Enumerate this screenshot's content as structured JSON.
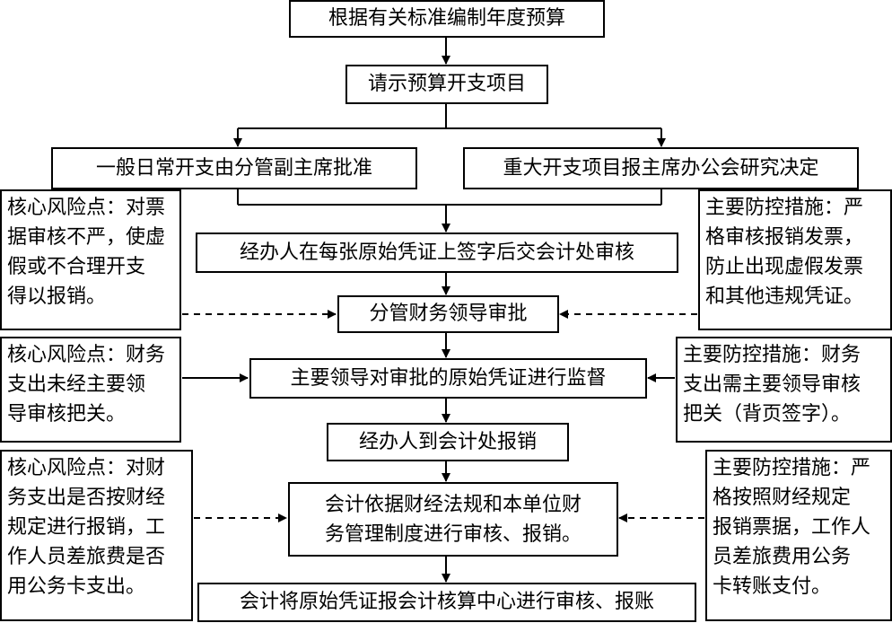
{
  "flow": {
    "step1": "根据有关标准编制年度预算",
    "step2": "请示预算开支项目",
    "branch_left": "一般日常开支由分管副主席批准",
    "branch_right": "重大开支项目报主席办公会研究决定",
    "step3": "经办人在每张原始凭证上签字后交会计处审核",
    "step4": "分管财务领导审批",
    "step5": "主要领导对审批的原始凭证进行监督",
    "step6": "经办人到会计处报销",
    "step7": "会计依据财经法规和本单位财\n务管理制度进行审核、报销。",
    "step8": "会计将原始凭证报会计核算中心进行审核、报账"
  },
  "risks": {
    "risk1": "核心风险点：对票\n据审核不严，使虚\n假或不合理开支\n得以报销。",
    "risk2": "核心风险点：财务\n支出未经主要领\n导审核把关。",
    "risk3": "核心风险点：对财\n务支出是否按财经\n规定进行报销，工\n作人员差旅费是否\n用公务卡支出。"
  },
  "controls": {
    "control1": "主要防控措施：严\n格审核报销发票，\n防止出现虚假发票\n和其他违规凭证。",
    "control2": "主要防控措施：财务\n支出需主要领导审核\n把关（背页签字）。",
    "control3": "主要防控措施：严\n格按照财经规定\n报销票据，工作人\n员差旅费用公务\n卡转账支付。"
  }
}
